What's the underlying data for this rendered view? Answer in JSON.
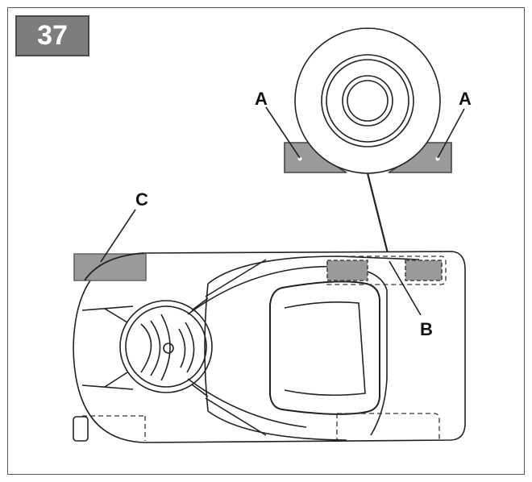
{
  "step": {
    "number": "37"
  },
  "callouts": {
    "a_left": "A",
    "a_right": "A",
    "b": "B",
    "c": "C"
  },
  "colors": {
    "badge_fill": "#7d7d7d",
    "pad_fill": "#9a9a9a",
    "line": "#222222"
  }
}
